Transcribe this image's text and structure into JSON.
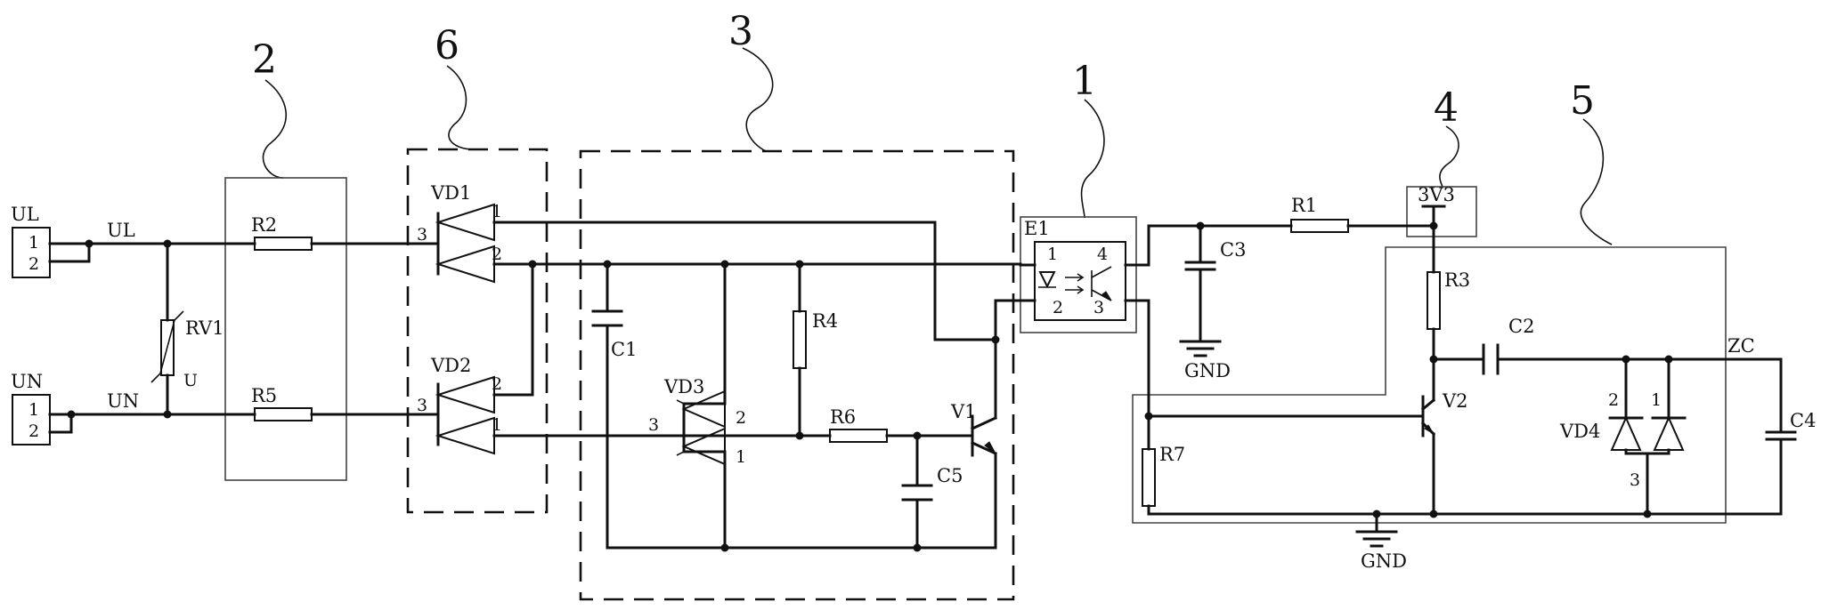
{
  "callouts": [
    "1",
    "2",
    "3",
    "4",
    "5",
    "6"
  ],
  "terminals": {
    "ul": {
      "name": "UL",
      "pin1": "1",
      "pin2": "2"
    },
    "un": {
      "name": "UN",
      "pin1": "1",
      "pin2": "2"
    }
  },
  "nets": {
    "ul": "UL",
    "un": "UN",
    "zc": "ZC",
    "supply": "3V3",
    "ground": "GND"
  },
  "components": {
    "rv1": {
      "ref": "RV1",
      "tag": "U"
    },
    "r1": "R1",
    "r2": "R2",
    "r3": "R3",
    "r4": "R4",
    "r5": "R5",
    "r6": "R6",
    "r7": "R7",
    "c1": "C1",
    "c2": "C2",
    "c3": "C3",
    "c4": "C4",
    "c5": "C5",
    "vd1": {
      "ref": "VD1",
      "p1": "1",
      "p2": "2",
      "p3": "3"
    },
    "vd2": {
      "ref": "VD2",
      "p1": "1",
      "p2": "2",
      "p3": "3"
    },
    "vd3": {
      "ref": "VD3",
      "p1": "1",
      "p2": "2",
      "p3": "3"
    },
    "vd4": {
      "ref": "VD4",
      "p1": "1",
      "p2": "2",
      "p3": "3"
    },
    "v1": "V1",
    "v2": "V2",
    "e1": {
      "ref": "E1",
      "p1": "1",
      "p2": "2",
      "p3": "3",
      "p4": "4"
    }
  }
}
